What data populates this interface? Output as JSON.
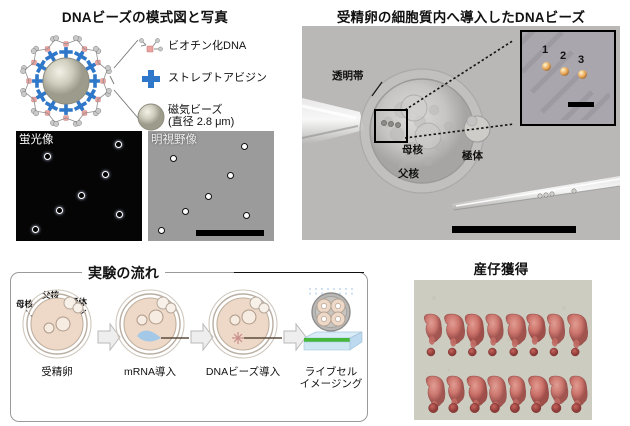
{
  "figure": {
    "panels": {
      "schematic": {
        "title": "DNAビーズの模式図と写真",
        "legend": [
          {
            "icon": "biotinylated-dna-icon",
            "label": "ビオチン化DNA"
          },
          {
            "icon": "streptavidin-cross-icon",
            "label": "ストレプトアビジン"
          },
          {
            "icon": "magnetic-bead-icon",
            "label": "磁気ビーズ",
            "sublabel": "(直径 2.8 μm)"
          }
        ],
        "micrographs": [
          {
            "name": "fluorescence",
            "label": "蛍光像"
          },
          {
            "name": "brightfield",
            "label": "明視野像"
          }
        ]
      },
      "embryo": {
        "title": "受精卵の細胞質内へ導入したDNAビーズ",
        "labels": {
          "zona": "透明帯",
          "maternal_nucleus": "母核",
          "paternal_nucleus": "父核",
          "polar_body": "極体"
        },
        "inset_numbers": [
          "1",
          "2",
          "3"
        ]
      },
      "flow": {
        "title": "実験の流れ",
        "nucleus_labels": {
          "maternal": "母核",
          "paternal": "父核",
          "polar_body": "極体"
        },
        "steps": [
          {
            "label": "受精卵"
          },
          {
            "label": "mRNA導入"
          },
          {
            "label": "DNAビーズ導入"
          },
          {
            "label": "ライブセル",
            "label2": "イメージング"
          }
        ]
      },
      "pups": {
        "title": "産仔獲得"
      }
    },
    "colors": {
      "streptavidin_blue": "#2f77c8",
      "dna_pink": "#eba3a0",
      "bead_gray": "#c9c7b8",
      "embryo_cream": "#eed9c8",
      "imaging_green": "#45b83a",
      "imaging_blue": "#bcd9ef",
      "pup_pink": "#cd7068",
      "photo_gray": "#b9b8b6"
    }
  }
}
